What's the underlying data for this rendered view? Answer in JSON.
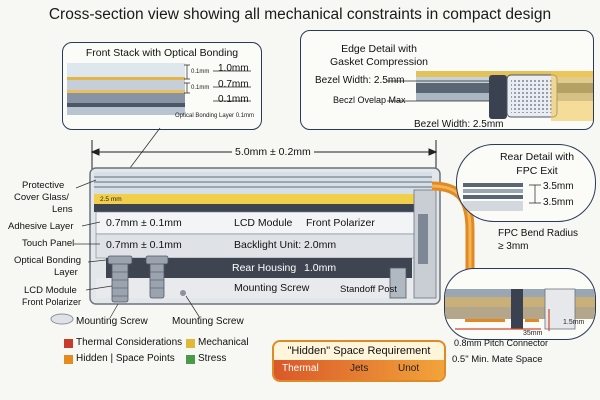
{
  "title": "Cross-section view showing all mechanical constraints in compact design",
  "front_stack": {
    "title": "Front Stack with Optical Bonding",
    "dims": [
      "1.0mm",
      "0.7mm",
      "0.1mm"
    ],
    "tiny_dims": [
      "0.1mm",
      "0.1mm"
    ],
    "bond_label": "Optical Bonding Layer 0.1mm"
  },
  "edge_detail": {
    "title_line1": "Edge Detail with",
    "title_line2": "Gasket Compression",
    "bezel_width": "Bezel Width: 2.5mm",
    "bezel_overlap": "Beczl Ovelap Max",
    "bezel_width_bottom": "Bezel Width: 2.5mm"
  },
  "main": {
    "overall_dim": "5.0mm ± 0.2mm",
    "glass_dim": "2.5 mm",
    "left_labels": [
      "Protective",
      "Cover Glass/",
      "Lens",
      "Adhesive Layer",
      "Touch Panel",
      "Optical Bonding",
      "Layer",
      "LCD Module",
      "Front Polarizer"
    ],
    "row1_dim": "0.7mm ± 0.1mm",
    "row1_text": "LCD Module",
    "row1_sub": "Front Polarizer",
    "row2_dim": "0.7mm ± 0.1mm",
    "row2_text": "Backlight Unit: 2.0mm",
    "row3_text": "Rear Housing",
    "row3_dim": "1.0mm",
    "row4_text": "Mounting Screw",
    "standoff": "Standoff Post",
    "screw_label_1": "Mounting Screw",
    "screw_label_2": "Mounting Screw"
  },
  "rear_detail": {
    "title_line1": "Rear Detail with",
    "title_line2": "FPC Exit",
    "dims": [
      "3.5mm",
      "3.5mm"
    ],
    "fpc_bend_line1": "FPC Bend Radius",
    "fpc_bend_line2": "≥ 3mm"
  },
  "connector_detail": {
    "dim_35": "35mm",
    "dim_15": "1.5mm",
    "pitch": "0.8mm Pitch Connector",
    "mate": "0.5\" Min. Mate Space"
  },
  "legend": {
    "items": [
      {
        "label": "Thermal Considerations",
        "color": "#c83a2a"
      },
      {
        "label": "Mechanical",
        "color": "#e0b83a"
      },
      {
        "label": "Hidden | Space Points",
        "color": "#e58a1f"
      },
      {
        "label": "Stress",
        "color": "#4a9a4a"
      }
    ]
  },
  "hidden_box": {
    "title": "\"Hidden\" Space Requirement",
    "thermal": "Thermal",
    "middle": "Jets",
    "right": "Unot"
  }
}
